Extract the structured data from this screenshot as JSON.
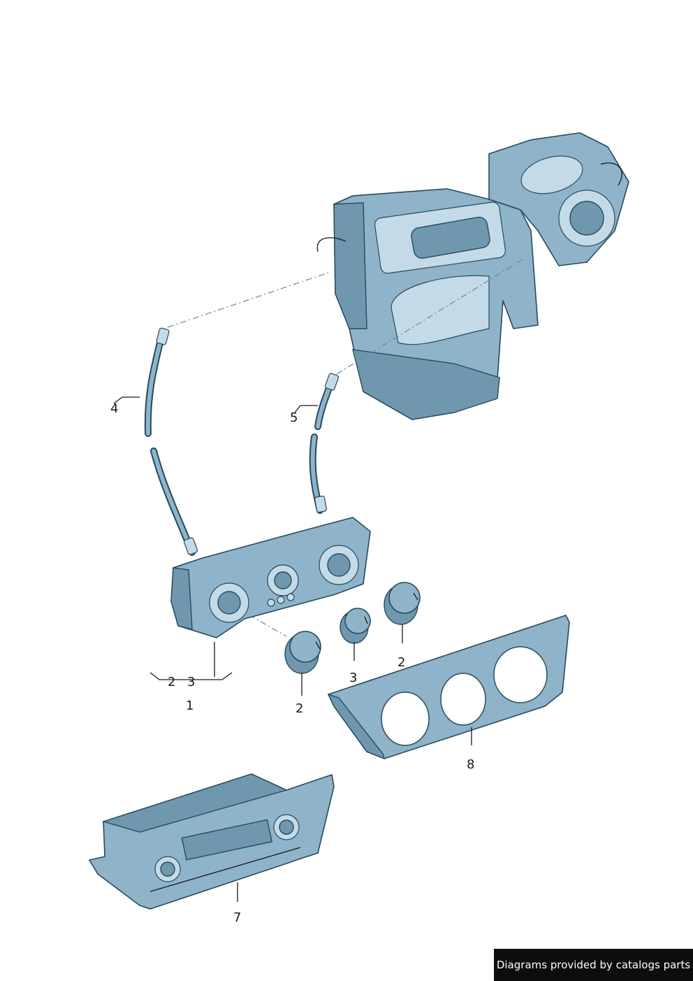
{
  "callouts": {
    "c1": "1",
    "c2_bracket": "2",
    "c3_bracket": "3",
    "c2_knob_left": "2",
    "c3_knob_mid": "3",
    "c2_knob_right": "2",
    "c4": "4",
    "c5": "5",
    "c7": "7",
    "c8": "8"
  },
  "footer": {
    "text": "Diagrams provided by catalogs parts"
  },
  "colors": {
    "part_fill": "#8fb3c8",
    "outline": "#274a5e",
    "footer_bg": "#0d0d0d"
  }
}
